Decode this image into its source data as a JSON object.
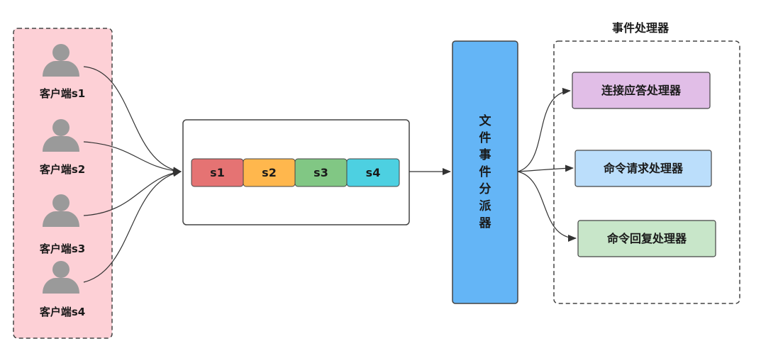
{
  "clients": {
    "group_fill": "#fdd0d6",
    "group_border": "#444444",
    "icon_color": "#9a9a9a",
    "items": [
      {
        "label": "客户端s1"
      },
      {
        "label": "客户端s2"
      },
      {
        "label": "客户端s3"
      },
      {
        "label": "客户端s4"
      }
    ]
  },
  "queue": {
    "items": [
      {
        "label": "s1",
        "color": "#e57373"
      },
      {
        "label": "s2",
        "color": "#ffb74d"
      },
      {
        "label": "s3",
        "color": "#81c784"
      },
      {
        "label": "s4",
        "color": "#4dd0e1"
      }
    ]
  },
  "dispatcher": {
    "chars": [
      "文",
      "件",
      "事",
      "件",
      "分",
      "派",
      "器"
    ],
    "color": "#64b5f6"
  },
  "handlers": {
    "title": "事件处理器",
    "items": [
      {
        "label": "连接应答处理器",
        "color": "#e1bee7"
      },
      {
        "label": "命令请求处理器",
        "color": "#bbdefb"
      },
      {
        "label": "命令回复处理器",
        "color": "#c8e6c9"
      }
    ]
  },
  "edge_color": "#333333"
}
